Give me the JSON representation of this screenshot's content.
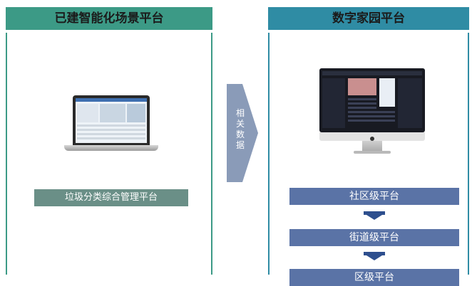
{
  "left_panel": {
    "title": "已建智能化场景平台",
    "platform_label": "垃圾分类综合管理平台"
  },
  "connector": {
    "label": "相关数据"
  },
  "right_panel": {
    "title": "数字家园平台",
    "levels": [
      "社区级平台",
      "街道级平台",
      "区级平台"
    ]
  },
  "colors": {
    "left_header": "#3c9a86",
    "right_header": "#2f8ca4",
    "label_bar": "#6a8f87",
    "level_bar": "#5a73a6",
    "arrow": "#8a9bb8"
  }
}
